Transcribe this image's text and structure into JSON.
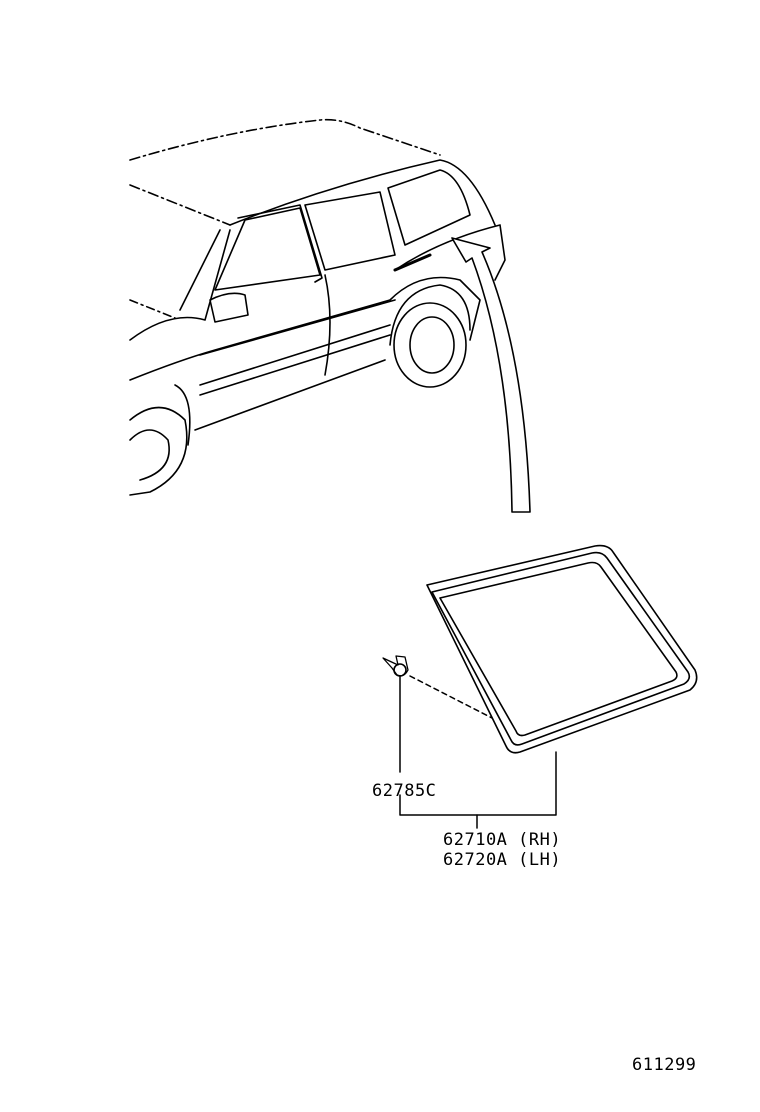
{
  "parts": [
    {
      "number": "62785C",
      "name": "clip"
    },
    {
      "number": "62710A (RH)",
      "name": "quarter-window-glass-rh"
    },
    {
      "number": "62720A (LH)",
      "name": "quarter-window-glass-lh"
    }
  ],
  "labels": {
    "clip": "62785C",
    "glass_rh": "62710A (RH)",
    "glass_lh": "62720A (LH)",
    "diagram_id": "611299"
  }
}
